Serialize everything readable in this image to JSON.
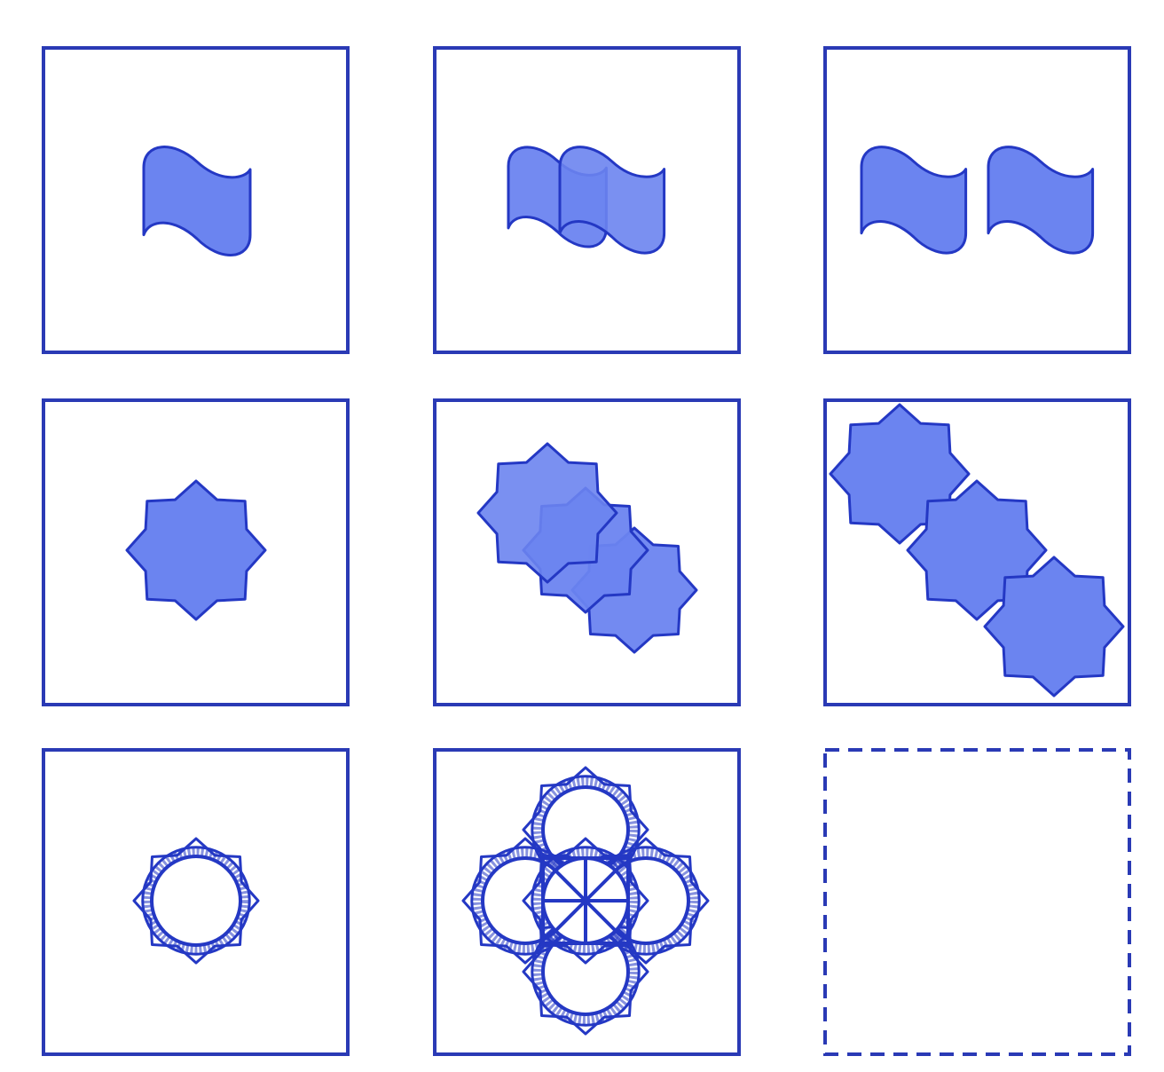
{
  "colors": {
    "frame": "#2a3ab5",
    "shape_fill": "#6b84f0",
    "shape_stroke": "#2438c4",
    "background": "#ffffff"
  },
  "puzzle": {
    "rows": 3,
    "columns": 3,
    "cells": [
      {
        "row": 1,
        "col": 1,
        "motif": "wave-flag",
        "count": 1,
        "arrangement": "single",
        "missing": false
      },
      {
        "row": 1,
        "col": 2,
        "motif": "wave-flag",
        "count": 2,
        "arrangement": "overlapping",
        "missing": false
      },
      {
        "row": 1,
        "col": 3,
        "motif": "wave-flag",
        "count": 2,
        "arrangement": "separated",
        "missing": false
      },
      {
        "row": 2,
        "col": 1,
        "motif": "eight-point-star",
        "count": 1,
        "arrangement": "single",
        "missing": false
      },
      {
        "row": 2,
        "col": 2,
        "motif": "eight-point-star",
        "count": 3,
        "arrangement": "overlapping",
        "missing": false
      },
      {
        "row": 2,
        "col": 3,
        "motif": "eight-point-star",
        "count": 3,
        "arrangement": "separated",
        "missing": false
      },
      {
        "row": 3,
        "col": 1,
        "motif": "lace-ring",
        "count": 1,
        "arrangement": "single",
        "missing": false
      },
      {
        "row": 3,
        "col": 2,
        "motif": "lace-ring",
        "count": 5,
        "arrangement": "overlapping",
        "missing": false
      },
      {
        "row": 3,
        "col": 3,
        "motif": "unknown",
        "count": 0,
        "arrangement": "unknown",
        "missing": true
      }
    ]
  }
}
